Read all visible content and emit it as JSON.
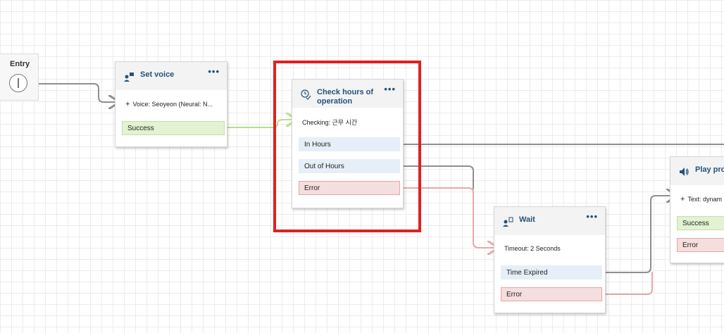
{
  "entry": {
    "label": "Entry"
  },
  "blocks": {
    "set_voice": {
      "title": "Set voice",
      "param": "Voice: Seoyeon (Neural: N...",
      "branches": [
        "Success"
      ]
    },
    "check_hours": {
      "title_line1": "Check hours of",
      "title_line2": "operation",
      "param": "Checking: 근무 시간",
      "branches": [
        "In Hours",
        "Out of Hours",
        "Error"
      ]
    },
    "wait": {
      "title": "Wait",
      "param": "Timeout: 2 Seconds",
      "branches": [
        "Time Expired",
        "Error"
      ]
    },
    "play_prompt": {
      "title": "Play promp",
      "param": "Text: dynam",
      "branches": [
        "Success",
        "Error"
      ]
    }
  },
  "menu_glyph": "•••",
  "colors": {
    "title": "#24527a",
    "wire_default": "#8f8f8f",
    "wire_success": "#b6df8d",
    "wire_error": "#e6a7ad",
    "highlight": "#e02020"
  }
}
